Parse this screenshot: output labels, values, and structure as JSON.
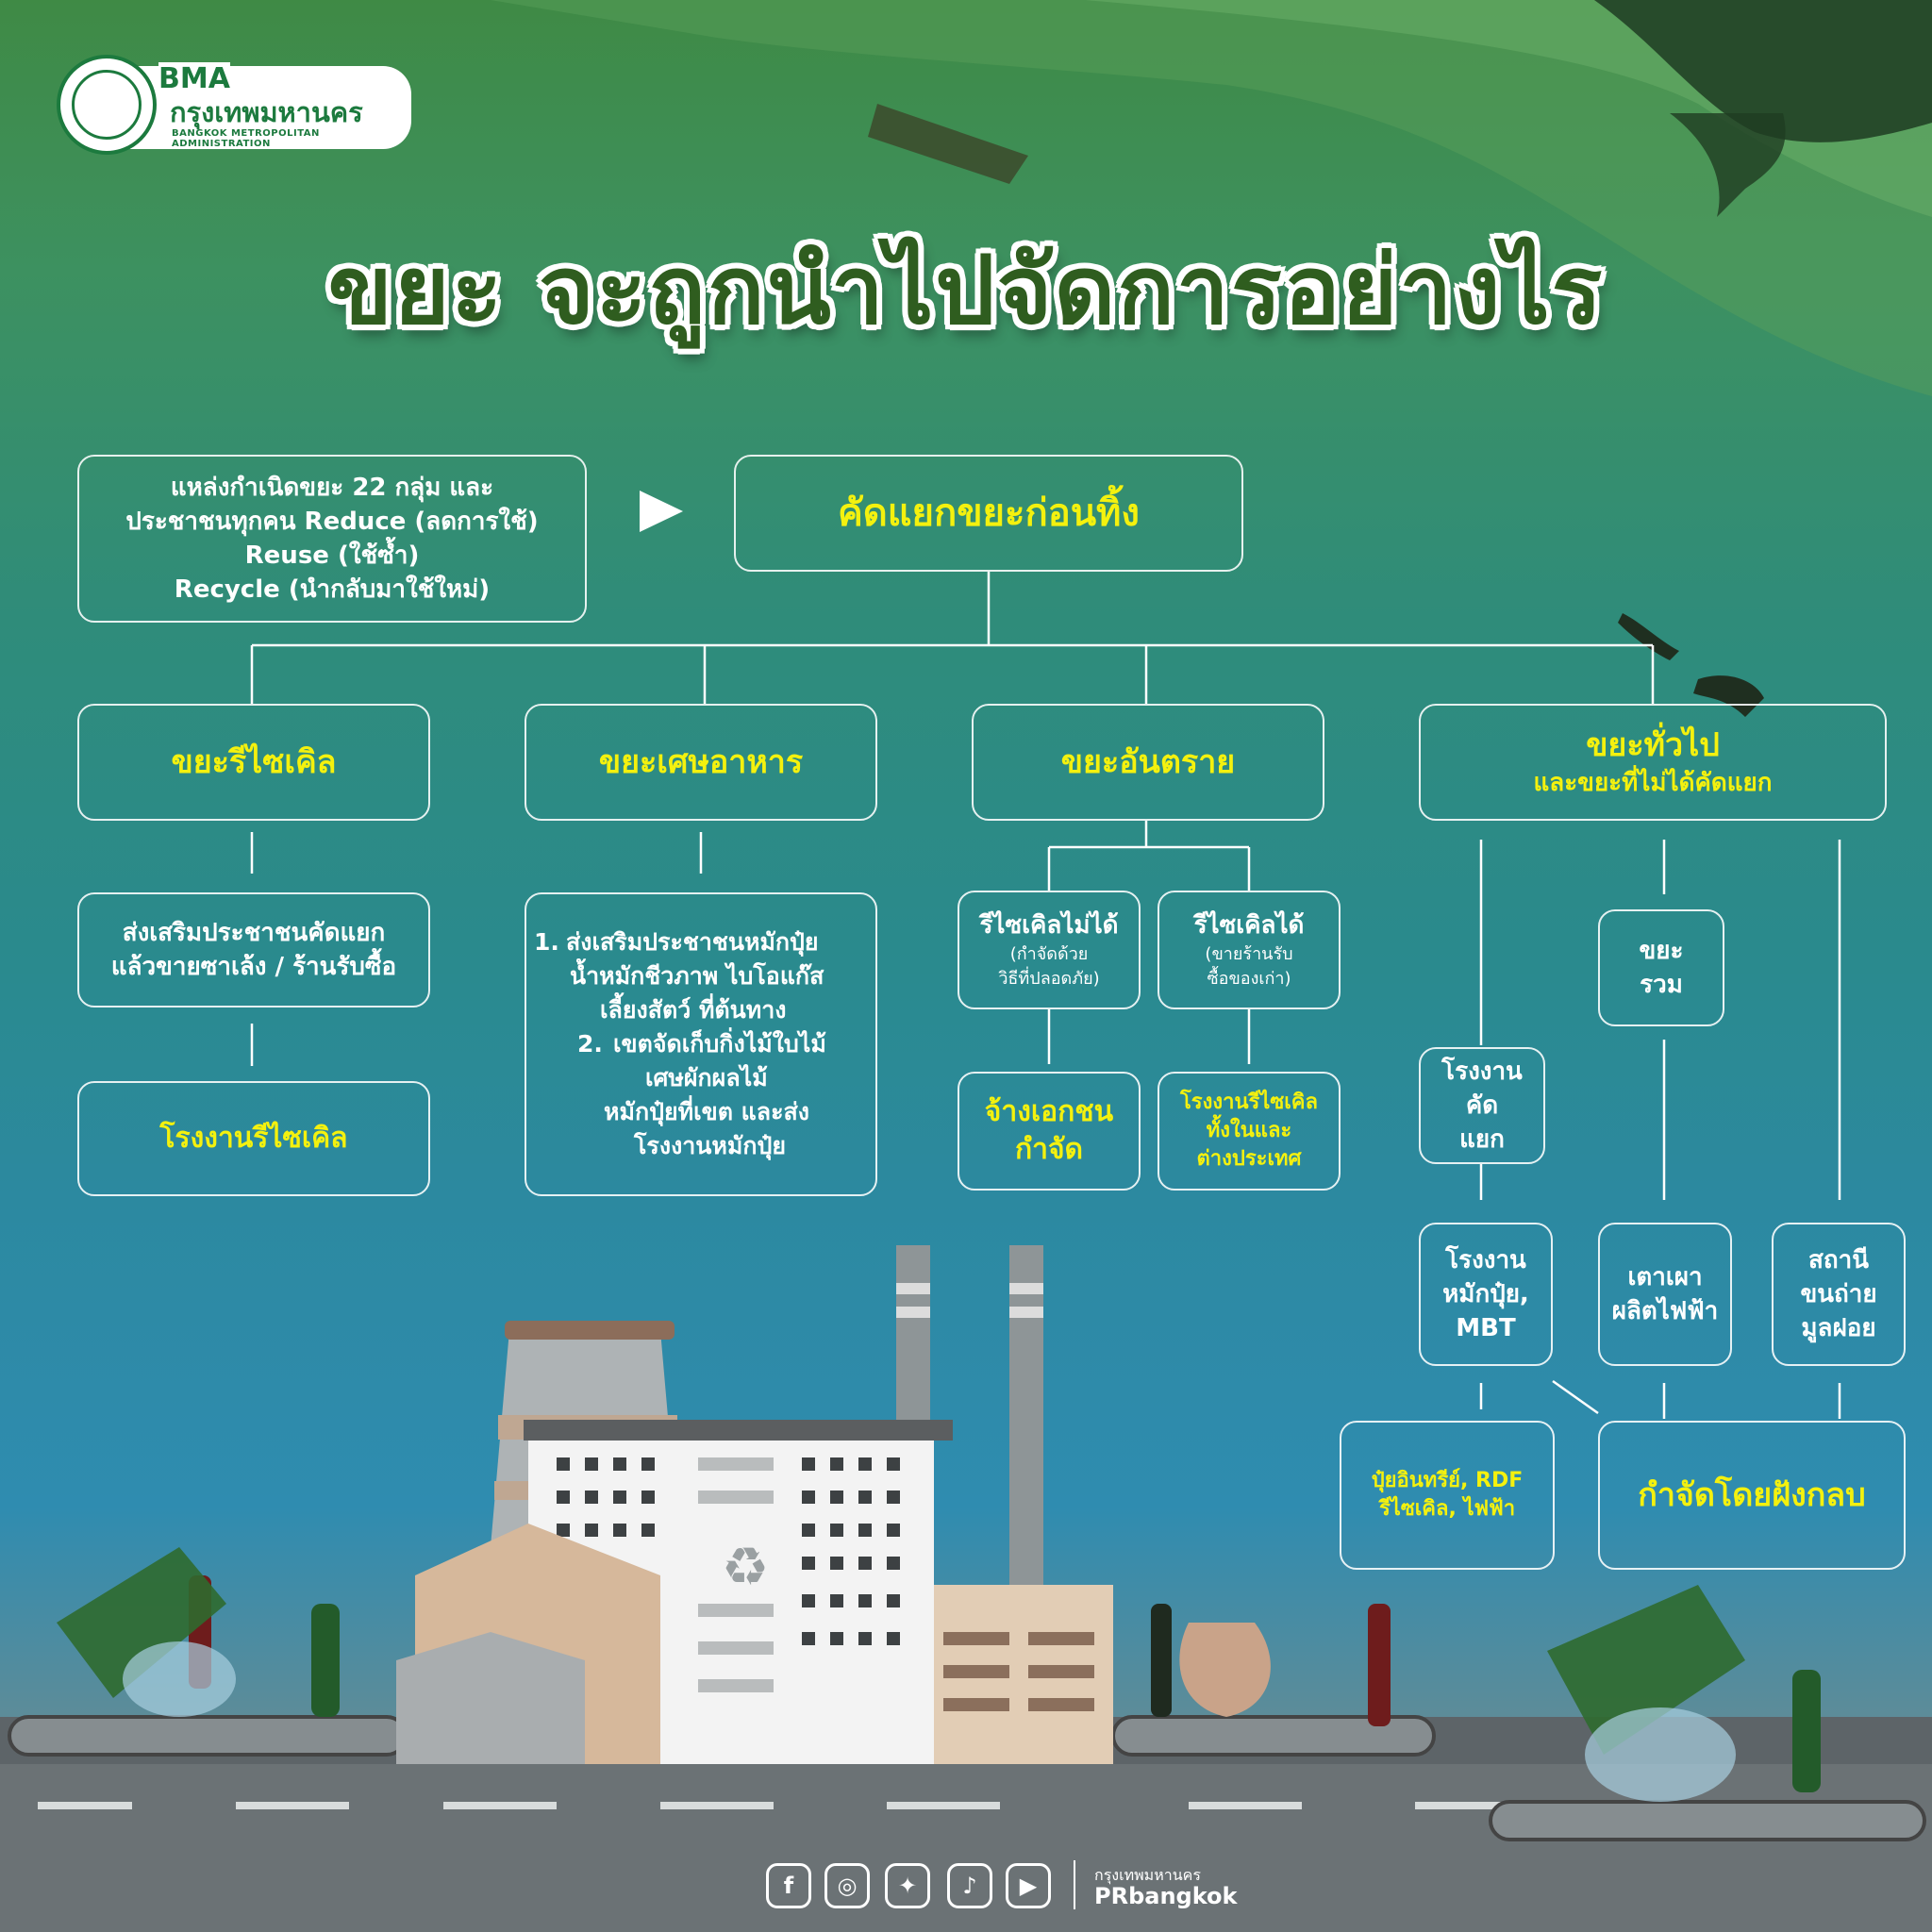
{
  "brand": {
    "bma": "BMA",
    "thai_name": "กรุงเทพมหานคร",
    "english_name": "BANGKOK METROPOLITAN ADMINISTRATION"
  },
  "title": "ขยะ จะถูกนำไปจัดการอย่างไร",
  "source": {
    "line1": "แหล่งกำเนิดขยะ 22 กลุ่ม และ",
    "line2": "ประชาชนทุกคน Reduce (ลดการใช้)",
    "line3": "Reuse (ใช้ซ้ำ)",
    "line4": "Recycle (นำกลับมาใช้ใหม่)"
  },
  "sort_label": "คัดแยกขยะก่อนทิ้ง",
  "categories": {
    "recycle": {
      "label": "ขยะรีไซเคิล",
      "step1_line1": "ส่งเสริมประชาชนคัดแยก",
      "step1_line2": "แล้วขายซาเล้ง / ร้านรับซื้อ",
      "result": "โรงงานรีไซเคิล"
    },
    "food": {
      "label": "ขยะเศษอาหาร",
      "item1_num": "1.",
      "item1_line1": "ส่งเสริมประชาชนหมักปุ๋ย",
      "item1_line2": "น้ำหมักชีวภาพ ไบโอแก๊ส",
      "item1_line3": "เลี้ยงสัตว์ ที่ต้นทาง",
      "item2_num": "2.",
      "item2_line1": "เขตจัดเก็บกิ่งไม้ใบไม้",
      "item2_line2": "เศษผักผลไม้",
      "item2_line3": "หมักปุ๋ยที่เขต และส่ง",
      "item2_line4": "โรงงานหมักปุ๋ย"
    },
    "hazardous": {
      "label": "ขยะอันตราย",
      "nonrecyclable_title": "รีไซเคิลไม่ได้",
      "nonrecyclable_sub1": "(กำจัดด้วย",
      "nonrecyclable_sub2": "วิธีที่ปลอดภัย)",
      "recyclable_title": "รีไซเคิลได้",
      "recyclable_sub1": "(ขายร้านรับ",
      "recyclable_sub2": "ซื้อของเก่า)",
      "private_line1": "จ้างเอกชน",
      "private_line2": "กำจัด",
      "factory_line1": "โรงงานรีไซเคิล",
      "factory_line2": "ทั้งในและ",
      "factory_line3": "ต่างประเทศ"
    },
    "general": {
      "label": "ขยะทั่วไป",
      "sublabel": "และขยะที่ไม่ได้คัดแยก",
      "mixed_line1": "ขยะ",
      "mixed_line2": "รวม",
      "sorting_line1": "โรงงาน",
      "sorting_line2": "คัด",
      "sorting_line3": "แยก",
      "compost_line1": "โรงงาน",
      "compost_line2": "หมักปุ๋ย,",
      "compost_line3": "MBT",
      "incinerator_line1": "เตาเผา",
      "incinerator_line2": "ผลิตไฟฟ้า",
      "transfer_line1": "สถานี",
      "transfer_line2": "ขนถ่าย",
      "transfer_line3": "มูลฝอย",
      "output_line1": "ปุ๋ยอินทรีย์, RDF",
      "output_line2": "รีไซเคิล, ไฟฟ้า",
      "landfill": "กำจัดโดยฝังกลบ"
    }
  },
  "footer": {
    "social_icons": [
      "facebook-icon",
      "instagram-icon",
      "twitter-icon",
      "tiktok-icon",
      "youtube-icon"
    ],
    "glyph_facebook": "f",
    "glyph_instagram": "◎",
    "glyph_twitter": "✦",
    "glyph_tiktok": "♪",
    "glyph_youtube": "▶",
    "brand_small": "กรุงเทพมหานคร",
    "brand_big": "PRbangkok"
  },
  "colors": {
    "highlight": "#f4f10e",
    "text": "#ffffff",
    "brand_green": "#1c7a3e"
  }
}
